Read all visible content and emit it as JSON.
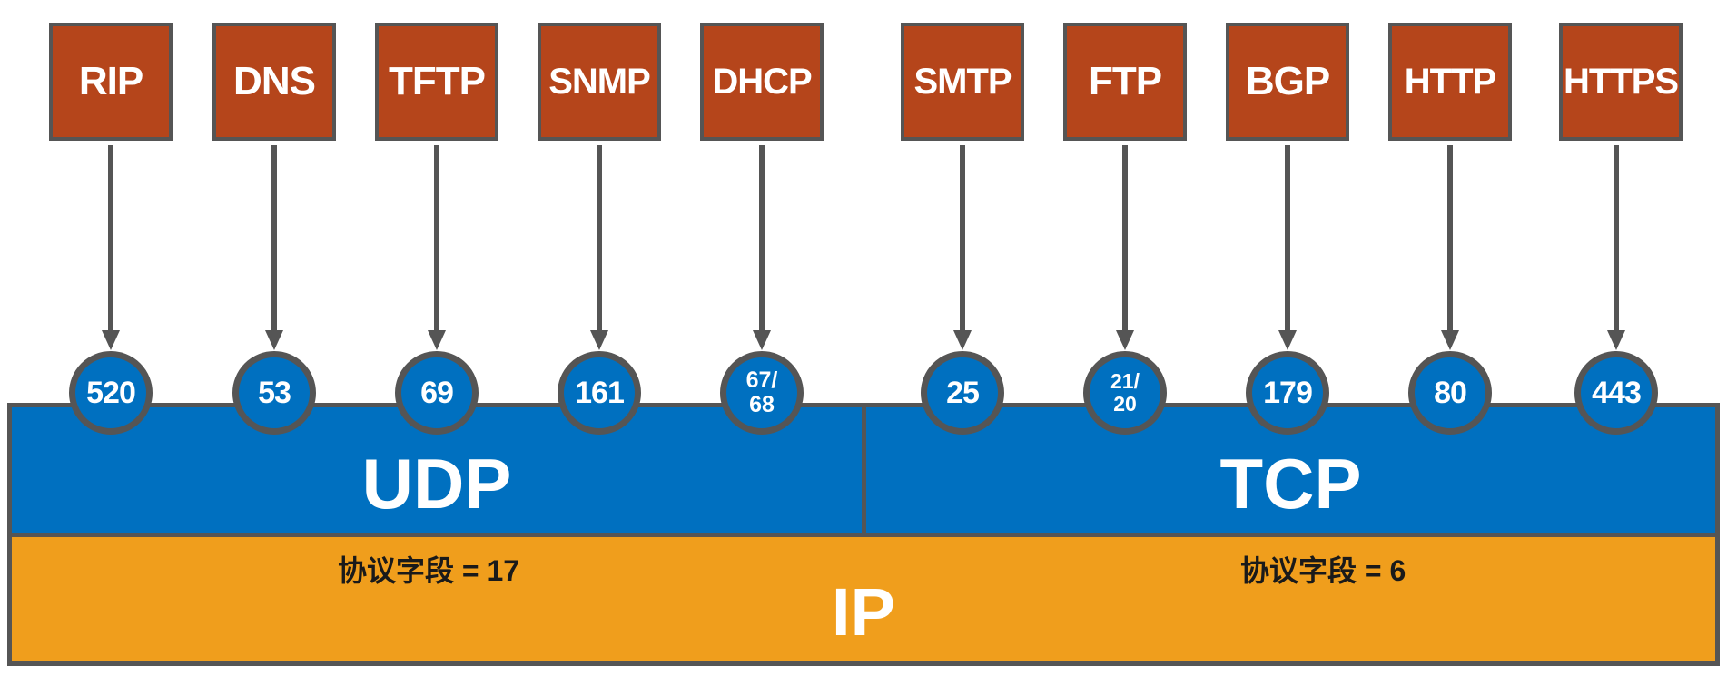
{
  "protocols": [
    {
      "name": "RIP",
      "port": "520"
    },
    {
      "name": "DNS",
      "port": "53"
    },
    {
      "name": "TFTP",
      "port": "69"
    },
    {
      "name": "SNMP",
      "port": "161"
    },
    {
      "name": "DHCP",
      "port_lines": [
        "67/",
        "68"
      ]
    },
    {
      "name": "SMTP",
      "port": "25"
    },
    {
      "name": "FTP",
      "port_lines": [
        "21/",
        "20"
      ]
    },
    {
      "name": "BGP",
      "port": "179"
    },
    {
      "name": "HTTP",
      "port": "80"
    },
    {
      "name": "HTTPS",
      "port": "443"
    }
  ],
  "transport": {
    "udp": {
      "label": "UDP",
      "protocol_field": "协议字段 = 17"
    },
    "tcp": {
      "label": "TCP",
      "protocol_field": "协议字段 = 6"
    }
  },
  "network": {
    "label": "IP"
  },
  "colors": {
    "app_box": "#b5451b",
    "transport": "#0070c0",
    "ip": "#f09e1c",
    "border": "#555555",
    "text_light": "#ffffff",
    "text_dark": "#1a1a1a"
  }
}
